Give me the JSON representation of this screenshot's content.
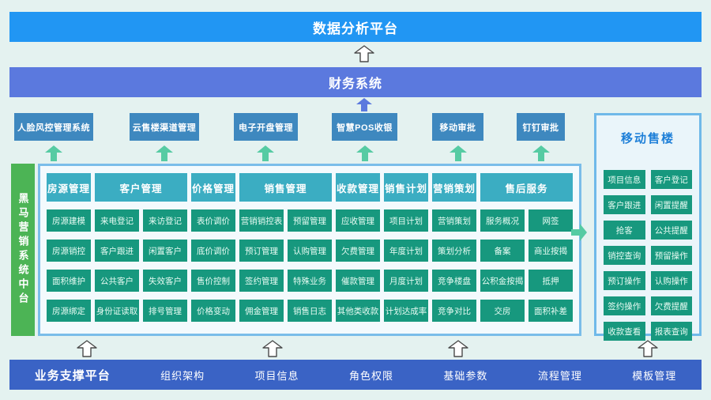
{
  "top_bar": {
    "label": "数据分析平台"
  },
  "finance_bar": {
    "label": "财务系统"
  },
  "external_systems": [
    {
      "label": "人脸风控管理系统"
    },
    {
      "label": "云售楼渠道管理"
    },
    {
      "label": "电子开盘管理"
    },
    {
      "label": "智慧POS收银"
    },
    {
      "label": "移动审批"
    },
    {
      "label": "钉钉审批"
    }
  ],
  "left_bar": {
    "label": "黑马营销系统中台"
  },
  "main_panel": {
    "columns": [
      {
        "label": "房源管理",
        "span": 1
      },
      {
        "label": "客户管理",
        "span": 2
      },
      {
        "label": "价格管理",
        "span": 1
      },
      {
        "label": "销售管理",
        "span": 2
      },
      {
        "label": "收款管理",
        "span": 1
      },
      {
        "label": "销售计划",
        "span": 1
      },
      {
        "label": "营销策划",
        "span": 1
      },
      {
        "label": "售后服务",
        "span": 2
      }
    ],
    "rows": [
      [
        "房源建模",
        "来电登记",
        "来访登记",
        "表价调价",
        "营销销控表",
        "预留管理",
        "应收管理",
        "项目计划",
        "营销策划",
        "服务概况",
        "网签"
      ],
      [
        "房源销控",
        "客户跟进",
        "闲置客户",
        "底价调价",
        "预订管理",
        "认购管理",
        "欠费管理",
        "年度计划",
        "策划分析",
        "备案",
        "商业按揭"
      ],
      [
        "面积维护",
        "公共客户",
        "失效客户",
        "售价控制",
        "签约管理",
        "特殊业务",
        "催款管理",
        "月度计划",
        "竞争楼盘",
        "公积金按揭",
        "抵押"
      ],
      [
        "房源绑定",
        "身份证读取",
        "排号管理",
        "价格变动",
        "佣金管理",
        "销售日志",
        "其他类收款",
        "计划达成率",
        "竞争对比",
        "交房",
        "面积补差"
      ]
    ]
  },
  "mobile_panel": {
    "title": "移动售楼",
    "items": [
      "项目信息",
      "客户登记",
      "客户跟进",
      "闲置提醒",
      "抢客",
      "公共提醒",
      "销控查询",
      "预留操作",
      "预订操作",
      "认购操作",
      "签约操作",
      "欠费提醒",
      "收款查看",
      "报表查询"
    ]
  },
  "bottom_bar": {
    "items": [
      "业务支撑平台",
      "组织架构",
      "项目信息",
      "角色权限",
      "基础参数",
      "流程管理",
      "模板管理"
    ]
  },
  "icons": {
    "up_arrow_outline": "⇧ white arrow with dark outline",
    "up_arrow_teal": "⬆ solid teal arrow",
    "up_arrow_blue": "⬆ solid blue arrow",
    "right_arrow_teal": "➡ solid teal arrow"
  },
  "colors": {
    "background": "#e4f2f0",
    "top_bar": "#2196f3",
    "finance_bar": "#5b79de",
    "external_box": "#3e88bf",
    "left_bar": "#4cb455",
    "column_header": "#3badc2",
    "module_item": "#17987e",
    "panel_border": "#7abde9",
    "mobile_title": "#1d7fd8",
    "bottom_bar": "#3a63c5",
    "arrow_teal": "#56cba3"
  }
}
